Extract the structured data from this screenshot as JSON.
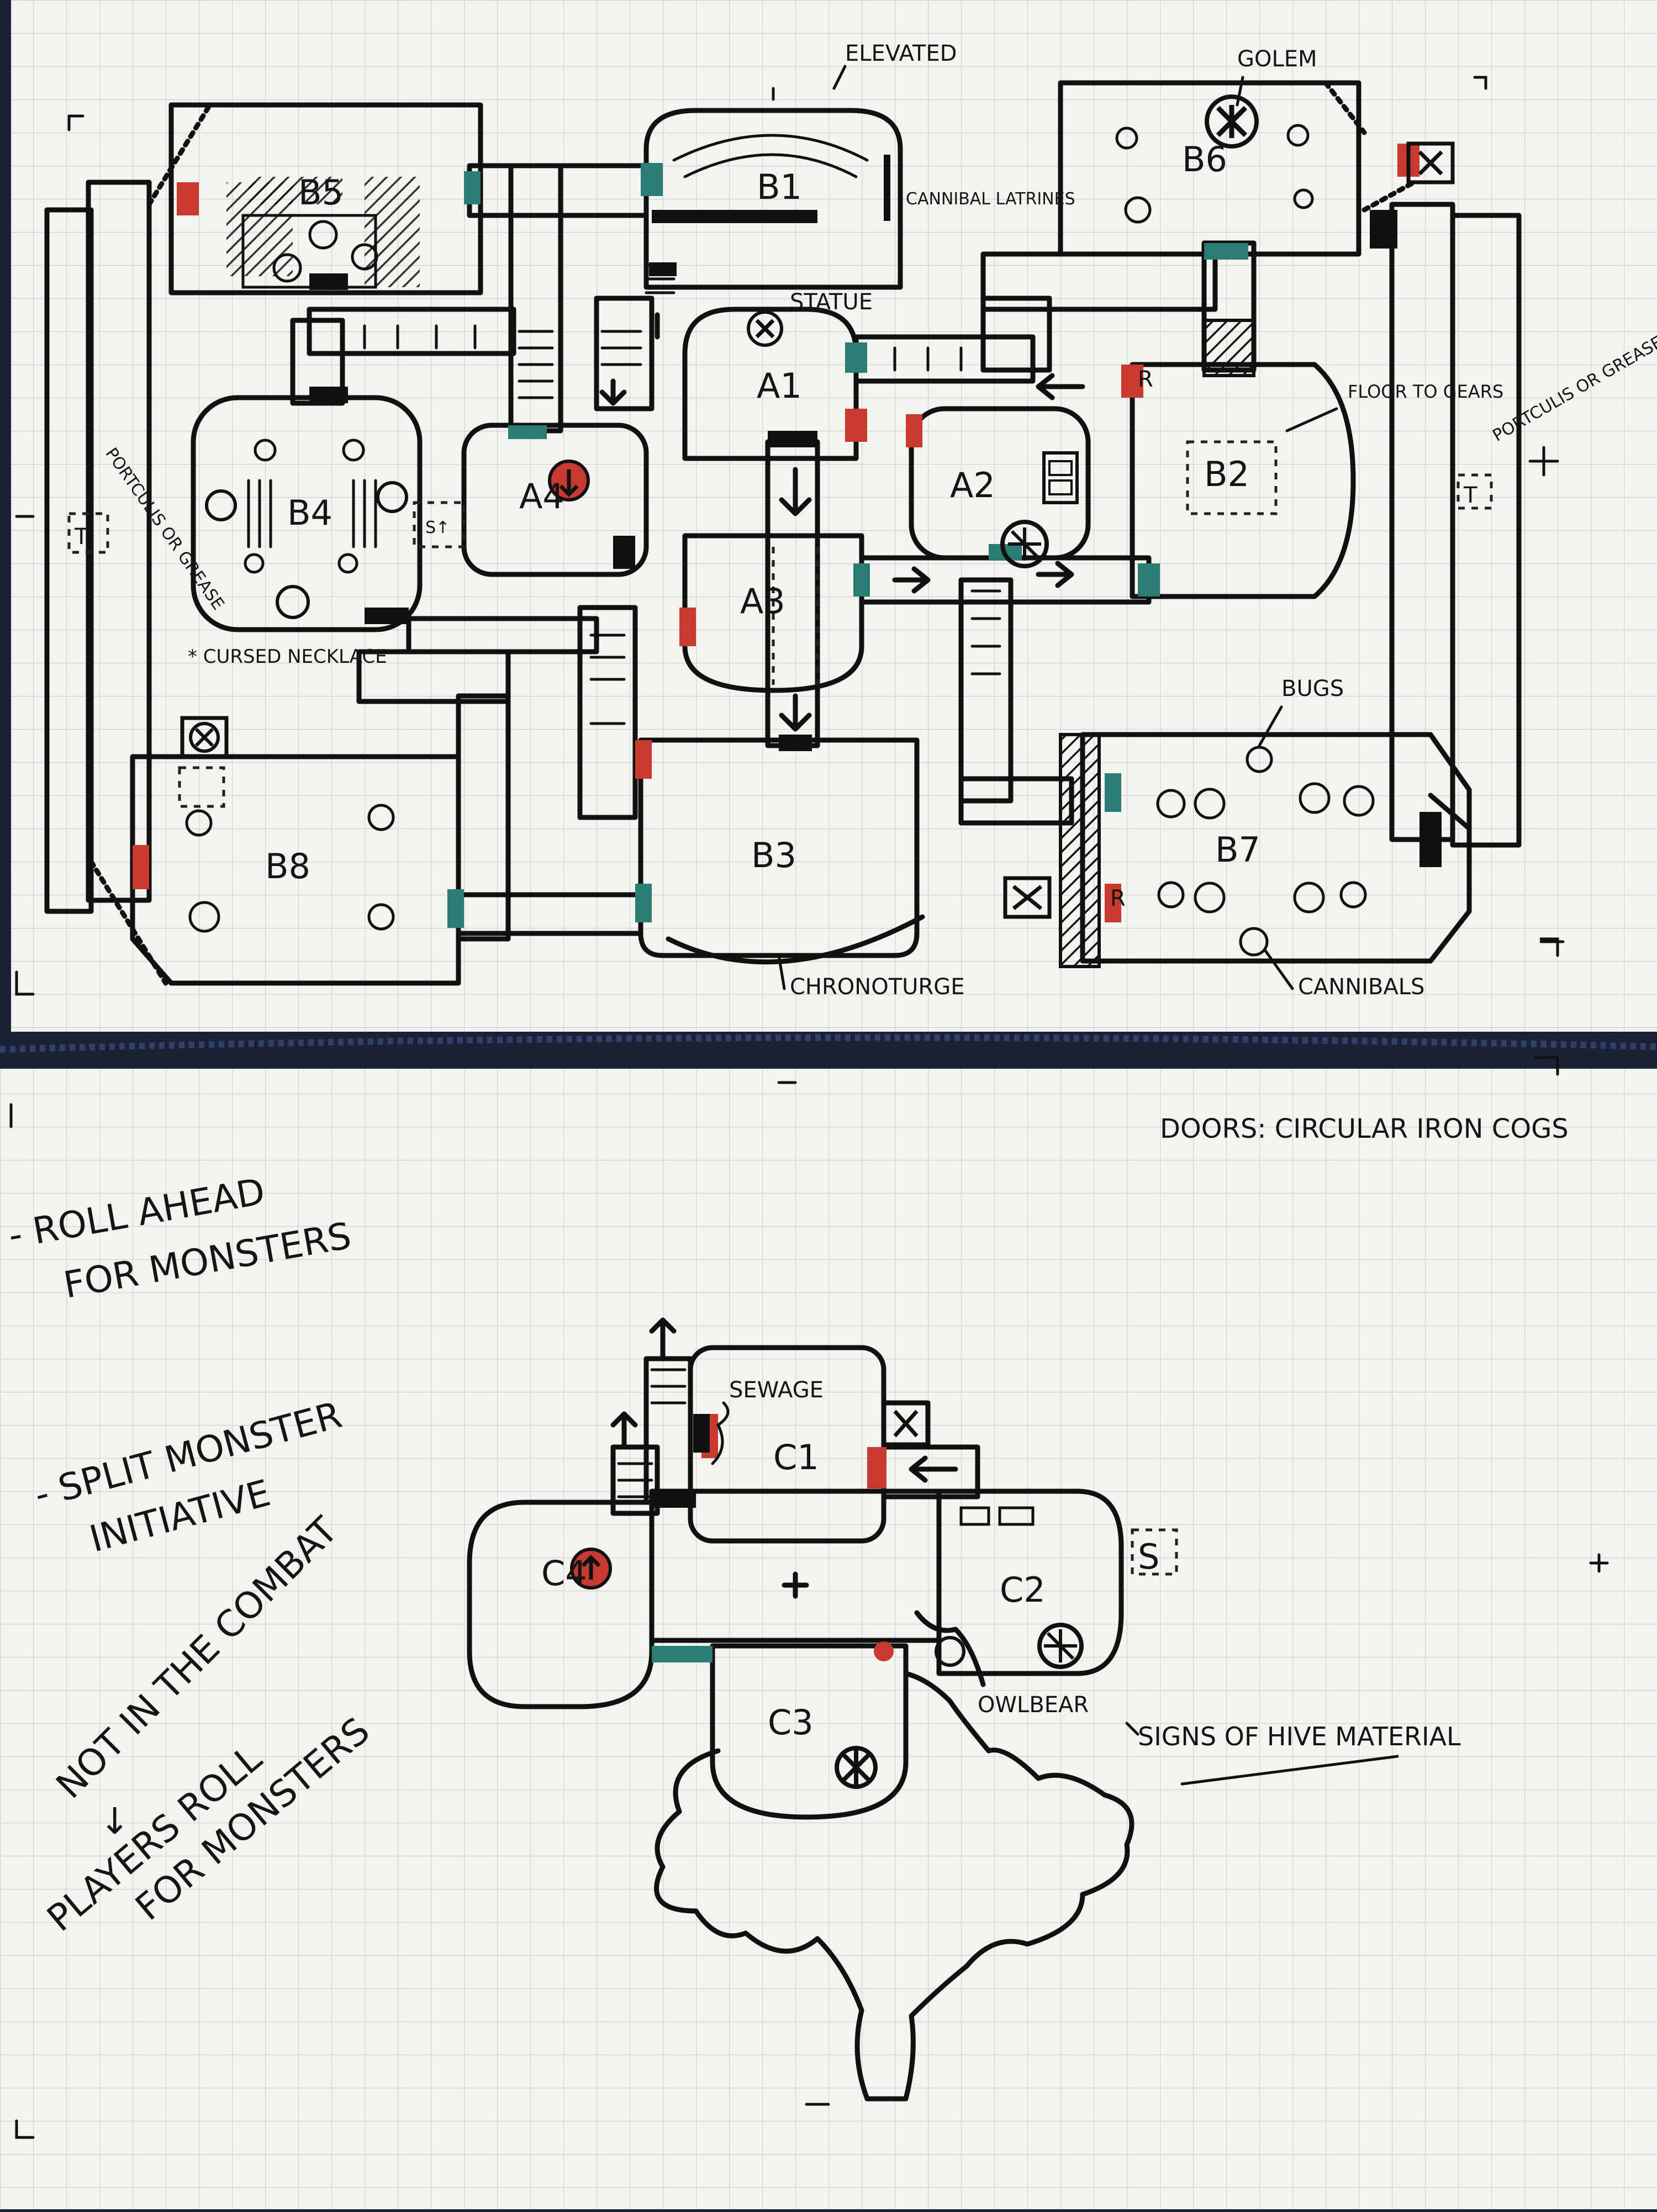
{
  "rooms": {
    "b1": "B1",
    "b2": "B2",
    "b3": "B3",
    "b4": "B4",
    "b5": "B5",
    "b6": "B6",
    "b7": "B7",
    "b8": "B8",
    "a1": "A1",
    "a2": "A2",
    "a3": "A3",
    "a4": "A4",
    "c1": "C1",
    "c2": "C2",
    "c3": "C3",
    "c4": "C4"
  },
  "annotations": {
    "elevated": "Elevated",
    "golem": "Golem",
    "statue": "Statue",
    "cannibal_latrines": "Cannibal Latrines",
    "floor_to_gears": "Floor to Gears",
    "portcullis_left": "Portculis or Grease",
    "portcullis_right": "Portculis or Grease",
    "cursed_necklace": "* Cursed Necklace",
    "bugs": "Bugs",
    "cannibals": "Cannibals",
    "chronoturge": "Chronoturge",
    "sewage": "Sewage",
    "owlbear": "Owlbear",
    "signs_of_hive": "Signs of Hive Material",
    "s_marker": "S",
    "r_marker_1": "R",
    "r_marker_2": "R",
    "t_marker": "T",
    "t_marker_2": "T",
    "st_marker": "S↑"
  },
  "notes": {
    "doors": "Doors: Circular Iron Cogs",
    "roll_ahead_1": "- Roll Ahead",
    "roll_ahead_2": "for monsters",
    "split_1": "- Split Monster",
    "split_2": "Initiative",
    "not_in_1": "Not in the Combat",
    "not_in_2": "↓",
    "not_in_3": "Players Roll",
    "not_in_4": "for monsters"
  },
  "colors": {
    "paper": "#f4f3ef",
    "grid": "#c9ccd0",
    "ink": "#111111",
    "door_red": "#c8392f",
    "door_teal": "#2a7d72",
    "binding": "#1b2236"
  }
}
